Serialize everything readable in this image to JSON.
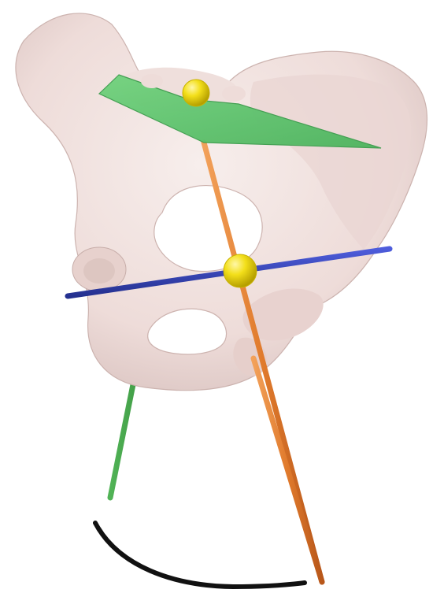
{
  "scene": {
    "subject": "pelvis-3d-model",
    "background_color": "#ffffff",
    "colors": {
      "bone": "#eedcd9",
      "bone_shadow": "#d7c0bd",
      "bone_highlight": "#f7eeec",
      "plane": "#5fc46f",
      "plane_edge": "#3f9e4f",
      "axis_orange": "#e07a2c",
      "axis_green": "#3a9a3f",
      "axis_blue": "#2f3fb6",
      "marker_yellow": "#f3df1a",
      "arc": "#111111"
    },
    "icons": [
      "marker-sphere",
      "plane",
      "axis-rod",
      "arc"
    ]
  }
}
